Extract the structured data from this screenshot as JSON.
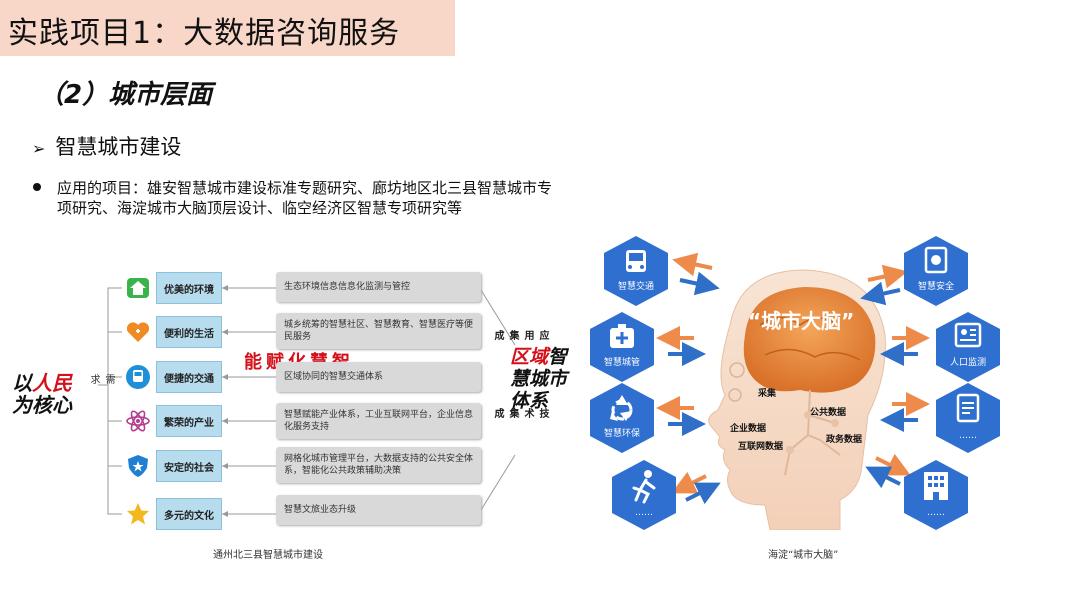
{
  "header": {
    "title": "实践项目1：大数据咨询服务"
  },
  "subtitle": "（2）城市层面",
  "section": {
    "arrow": "➢",
    "heading": "智慧城市建设"
  },
  "bullet": {
    "text": "应用的项目：雄安智慧城市建设标准专题研究、廊坊地区北三县智慧城市专项研究、海淀城市大脑顶层设计、临空经济区智慧专项研究等"
  },
  "left_diagram": {
    "left_label_line1": "以人民",
    "left_label_line2": "为核心",
    "demand": "需求",
    "empower": "智慧化赋能",
    "app_integration": "应用集成",
    "tech_integration": "技术集成",
    "right_label": "区域智慧城市体系",
    "rows": [
      {
        "label": "优美的环境",
        "desc": "生态环境信息信息化监测与管控"
      },
      {
        "label": "便利的生活",
        "desc": "城乡统筹的智慧社区、智慧教育、智慧医疗等便民服务"
      },
      {
        "label": "便捷的交通",
        "desc": "区域协同的智慧交通体系"
      },
      {
        "label": "繁荣的产业",
        "desc": "智慧赋能产业体系，工业互联网平台，企业信息化服务支持"
      },
      {
        "label": "安定的社会",
        "desc": "网格化城市管理平台，大数据支持的公共安全体系，智能化公共政策辅助决策"
      },
      {
        "label": "多元的文化",
        "desc": "智慧文旅业态升级"
      }
    ],
    "caption": "通州北三县智慧城市建设"
  },
  "right_diagram": {
    "brain_title": "“城市大脑”",
    "collect": "采集",
    "public_data": "公共数据",
    "enterprise_data": "企业数据",
    "gov_data": "政务数据",
    "internet_data": "互联网数据",
    "hexes_left": [
      {
        "label": "智慧交通",
        "icon": "bus-icon"
      },
      {
        "label": "智慧城管",
        "icon": "medical-kit-icon"
      },
      {
        "label": "智慧环保",
        "icon": "recycle-icon"
      },
      {
        "label": "……",
        "icon": "running-person-icon"
      }
    ],
    "hexes_right": [
      {
        "label": "智慧安全",
        "icon": "shield-badge-icon"
      },
      {
        "label": "人口监测",
        "icon": "id-card-icon"
      },
      {
        "label": "……",
        "icon": "document-icon"
      },
      {
        "label": "……",
        "icon": "building-icon"
      }
    ],
    "caption": "海淀“城市大脑”"
  },
  "colors": {
    "hex_blue": "#2e6fd0",
    "box_blue": "#b6dcee",
    "box_gray": "#d9d9d9",
    "red_accent": "#d4101a",
    "orange_arrow": "#ee8a4a",
    "blue_arrow": "#2f6fc8"
  }
}
